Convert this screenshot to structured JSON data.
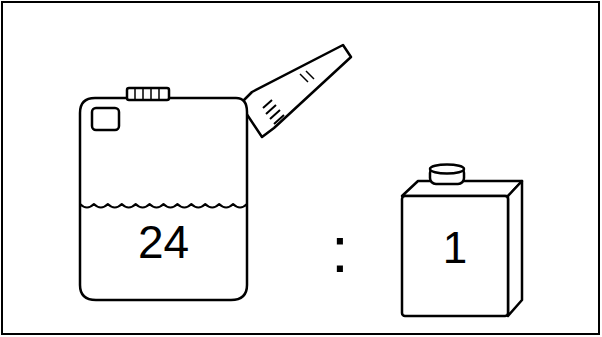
{
  "diagram": {
    "nodes": [
      {
        "text": [
          "24"
        ]
      },
      {
        "text": [
          "1"
        ]
      }
    ],
    "labels": [
      ":"
    ]
  }
}
